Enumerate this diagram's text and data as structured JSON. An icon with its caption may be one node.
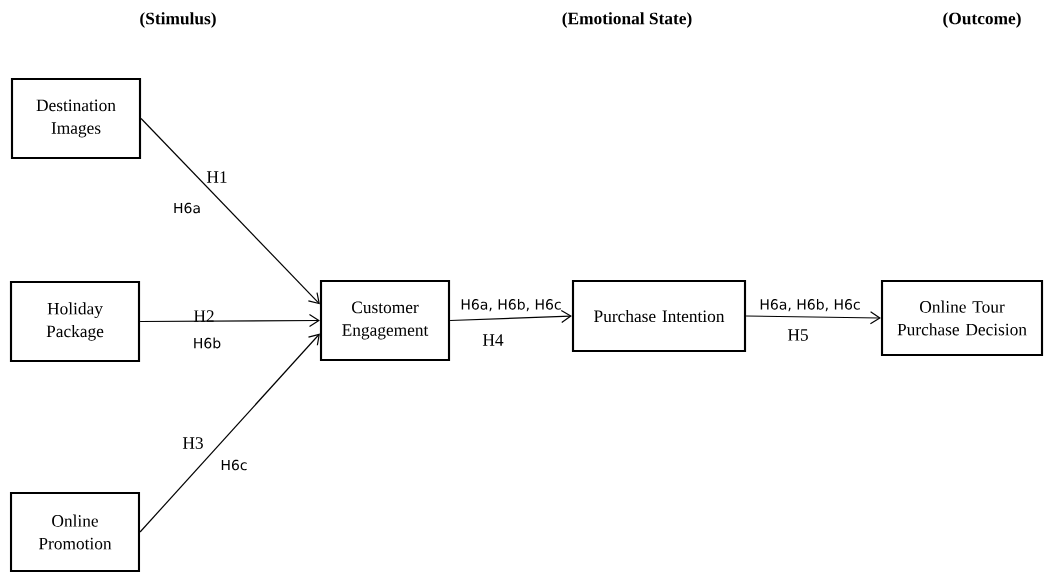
{
  "diagram": {
    "nodes": [
      {
        "text": [
          "Destination Images"
        ]
      },
      {
        "text": [
          "Holiday Package"
        ]
      },
      {
        "text": [
          "Online Promotion"
        ]
      },
      {
        "text": [
          "Customer Engagement"
        ]
      },
      {
        "text": [
          "Purchase Intention"
        ]
      },
      {
        "text": [
          "Online Tour Purchase Decision"
        ]
      }
    ],
    "edges": [
      {
        "from": 0,
        "to": 3,
        "arrow": "to",
        "label": "H1"
      },
      {
        "from": 1,
        "to": 3,
        "arrow": "to",
        "label": "H2"
      },
      {
        "from": 2,
        "to": 3,
        "arrow": "to",
        "label": "H3"
      },
      {
        "from": 3,
        "to": 4,
        "arrow": "to",
        "label": "H4"
      },
      {
        "from": 4,
        "to": 5,
        "arrow": "to",
        "label": "H5"
      }
    ],
    "labels": [
      "(Stimulus)",
      "(Emotional State)",
      "(Outcome)",
      "H6a",
      "H6b",
      "H6c",
      "H6a, H6b, H6c",
      "H6a, H6b, H6c"
    ]
  }
}
